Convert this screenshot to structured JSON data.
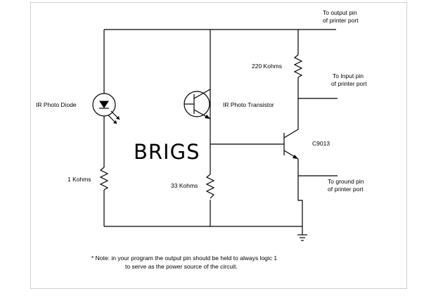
{
  "labels": {
    "output_pin_1": "To output pin",
    "output_pin_2": "of printer port",
    "r220": "220 Kohms",
    "input_pin_1": "To Input pin",
    "input_pin_2": "of printer port",
    "ir_diode": "IR Photo Diode",
    "ir_transistor": "IR Photo Transistor",
    "transistor": "C9013",
    "r1": "1 Kohms",
    "r33": "33 Kohms",
    "ground_pin_1": "To ground pin",
    "ground_pin_2": "of printer port",
    "watermark": "BRIGS"
  },
  "note": {
    "line1": "* Note: in your program the output pin should be held to always logic 1",
    "line2": "to serve as the power source of the circuit."
  }
}
